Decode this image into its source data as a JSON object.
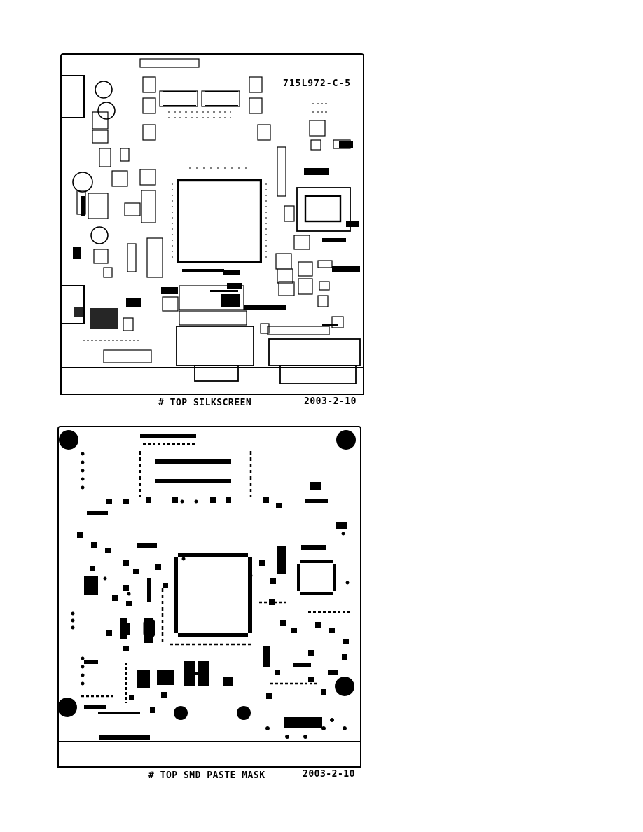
{
  "silkscreen": {
    "part_number": "715L972-C-5",
    "caption": "# TOP SILKSCREEN",
    "date": "2003-2-10"
  },
  "paste_mask": {
    "caption": "# TOP SMD PASTE MASK",
    "date": "2003-2-10"
  },
  "colors": {
    "ink": "#000000",
    "paper": "#ffffff"
  }
}
